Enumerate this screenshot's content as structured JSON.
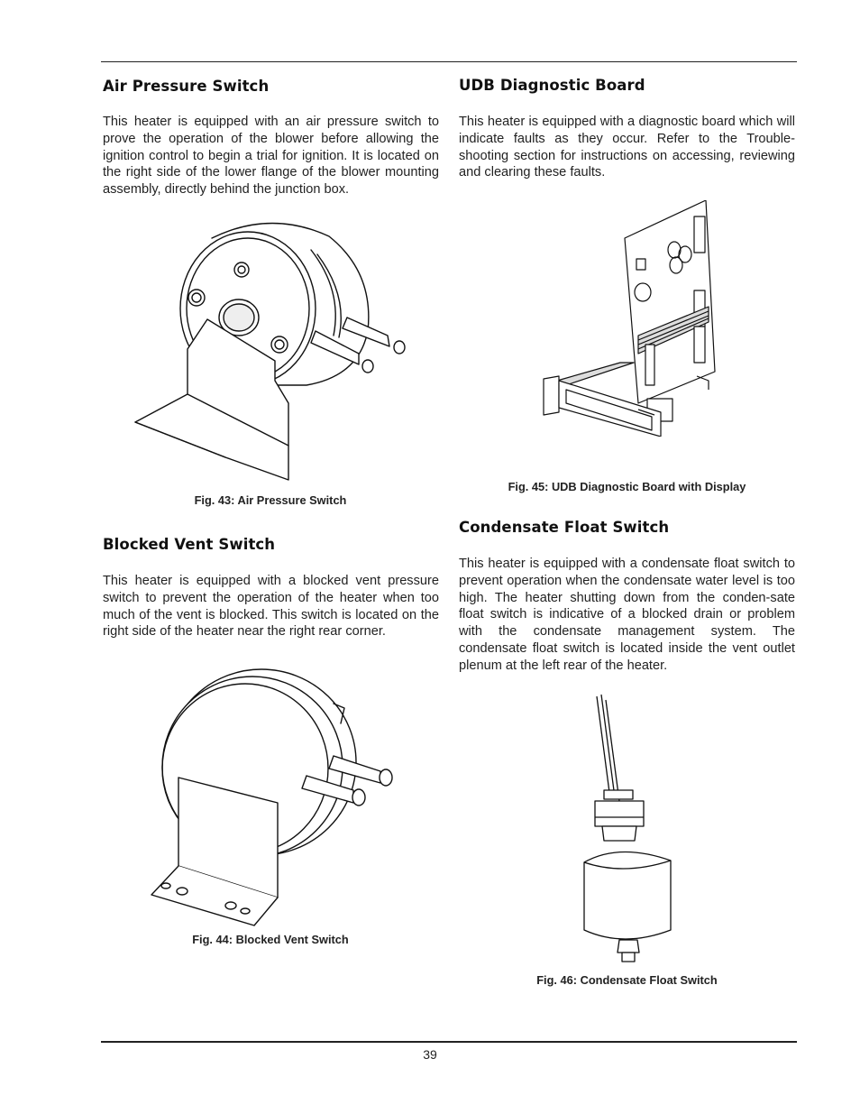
{
  "sections": {
    "air": {
      "title": "Air Pressure Switch",
      "text": "This heater is equipped with an air pressure switch to prove the operation of the blower before allowing the ignition control to begin a trial for ignition.  It is located on the right side of the lower flange of the blower mounting assembly, directly behind the junction box.",
      "caption": "Fig. 43: Air Pressure Switch"
    },
    "blocked": {
      "title": "Blocked Vent Switch",
      "text": "This heater is equipped with a blocked vent pressure switch to prevent the operation of the heater when too much of the vent is blocked.  This switch is located on the right side of the heater near the right rear corner.",
      "caption": "Fig. 44: Blocked Vent Switch"
    },
    "udb": {
      "title": "UDB Diagnostic Board",
      "text": "This heater is equipped with a diagnostic board which will indicate faults as they occur. Refer to the Trouble-shooting section for instructions on accessing, reviewing and clearing these faults.",
      "caption": "Fig. 45: UDB Diagnostic Board with Display"
    },
    "condensate": {
      "title": "Condensate Float Switch",
      "text": "This heater is equipped with a condensate float switch to prevent operation when the condensate water level is too high. The heater shutting down from the conden-sate float switch is indicative of a blocked drain or problem with the condensate management system. The condensate float switch is located inside the vent outlet plenum at the left rear of the heater.",
      "caption": "Fig. 46: Condensate Float Switch"
    }
  },
  "page_number": "39"
}
